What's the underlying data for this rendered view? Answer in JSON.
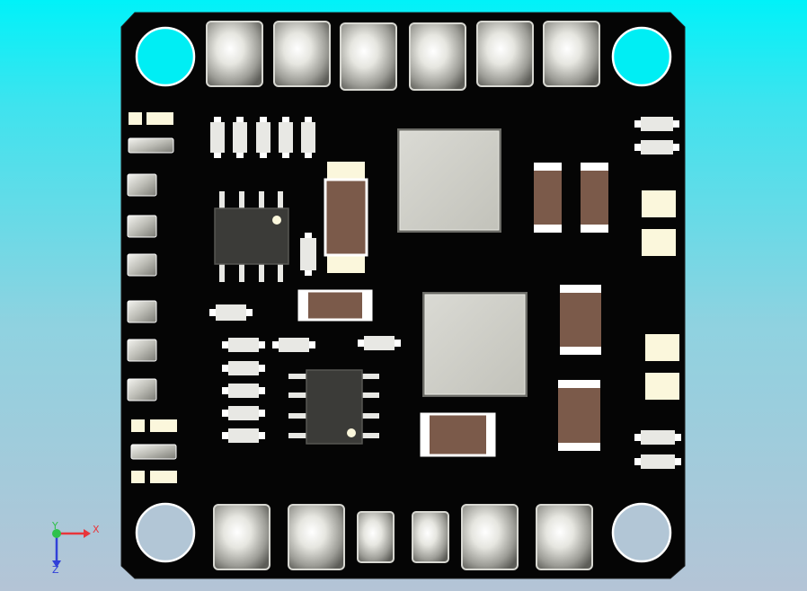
{
  "viewport": {
    "background_top": "#00f2f9",
    "background_bottom": "#b4c4d6"
  },
  "board": {
    "color": "#050505",
    "mounting_hole_color": "#00eef4"
  },
  "component_colors": {
    "pad_silver": "#dcdcd6",
    "resistor_body": "#7b5a4a",
    "smd_cream": "#fbf7dc",
    "ic_body": "#3b3b38",
    "inductor_body": "#cfcfc8"
  },
  "axis_triad": {
    "x_label": "X",
    "y_label": "Y",
    "z_label": "Z",
    "x_color": "#e8353a",
    "y_color": "#2fc14b",
    "z_color": "#3040d8"
  }
}
